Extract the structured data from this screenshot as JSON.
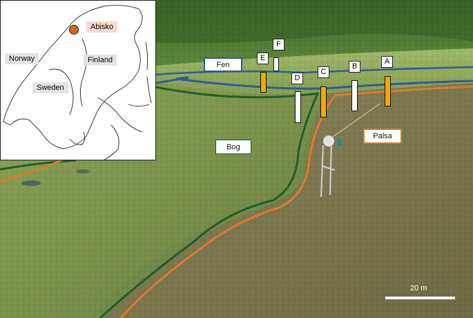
{
  "map": {
    "countries": {
      "norway": "Norway",
      "sweden": "Sweden",
      "finland": "Finland"
    },
    "site": "Abisko",
    "site_color": "#d2691e",
    "site_label_bg": "#f7d9cc"
  },
  "habitats": {
    "fen": {
      "label": "Fen",
      "color": "#2e5a9c"
    },
    "bog": {
      "label": "Bog",
      "color": "#1f5f2a"
    },
    "palsa": {
      "label": "Palsa",
      "color": "#e07a2a"
    }
  },
  "sampling_sites": [
    {
      "id": "A",
      "color": "#f5a800"
    },
    {
      "id": "B",
      "color": "#ffffff"
    },
    {
      "id": "C",
      "color": "#f5a800"
    },
    {
      "id": "D",
      "color": "#ffffff"
    },
    {
      "id": "E",
      "color": "#f5a800"
    },
    {
      "id": "F",
      "color": "#ffffff"
    }
  ],
  "scale_bar": {
    "label": "20 m"
  }
}
